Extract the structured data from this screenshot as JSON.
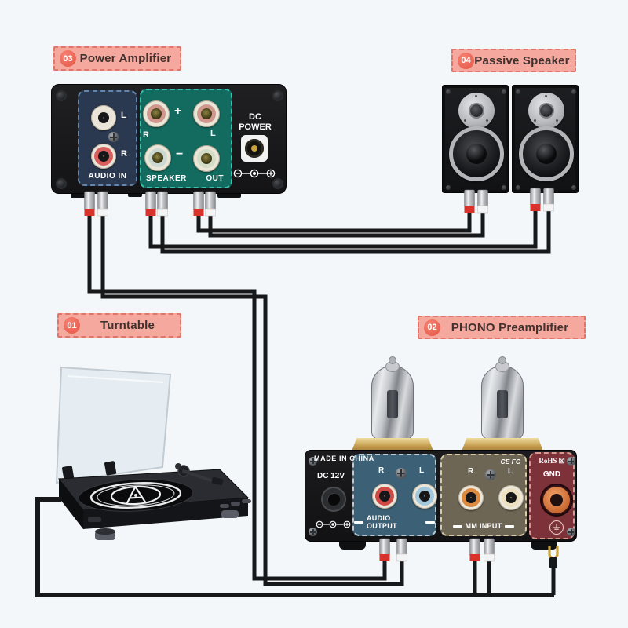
{
  "colors": {
    "background": "#f3f7fa",
    "callout_bg": "#f5a89e",
    "callout_border": "#e0756b",
    "callout_badge": "#ee6553",
    "cable": "#17181a",
    "amp_audio_in_panel": "#2b3950",
    "amp_speaker_out_panel": "#136b60",
    "preamp_audio_output_panel": "#3c6075",
    "preamp_mm_input_panel": "#6e6655",
    "preamp_gnd_panel": "#7d3138"
  },
  "callouts": [
    {
      "num": "01",
      "label": "Turntable"
    },
    {
      "num": "02",
      "label": "PHONO Preamplifier"
    },
    {
      "num": "03",
      "label": "Power Amplifier"
    },
    {
      "num": "04",
      "label": "Passive Speaker"
    }
  ],
  "amplifier": {
    "audio_in_title": "AUDIO IN",
    "jack_l": "L",
    "jack_r": "R",
    "speaker_word": "SPEAKER",
    "out_word": "OUT",
    "post_r": "R",
    "post_l": "L",
    "plus": "+",
    "minus": "−",
    "dc_line1": "DC",
    "dc_line2": "POWER"
  },
  "preamplifier": {
    "made_in": "MADE IN CHINA",
    "dc_label": "DC 12V",
    "ao_title": "AUDIO OUTPUT",
    "ao_r": "R",
    "ao_l": "L",
    "mm_title": "MM INPUT",
    "mm_r": "R",
    "mm_l": "L",
    "cert": "CE FC",
    "rohs": "RoHS",
    "rohs_mark": "☒",
    "gnd": "GND"
  },
  "icons": {
    "dc_polarity_icon": "center-positive-polarity",
    "ground_icon": "earth-ground",
    "rohs_icon": "crossed-out-bin"
  }
}
